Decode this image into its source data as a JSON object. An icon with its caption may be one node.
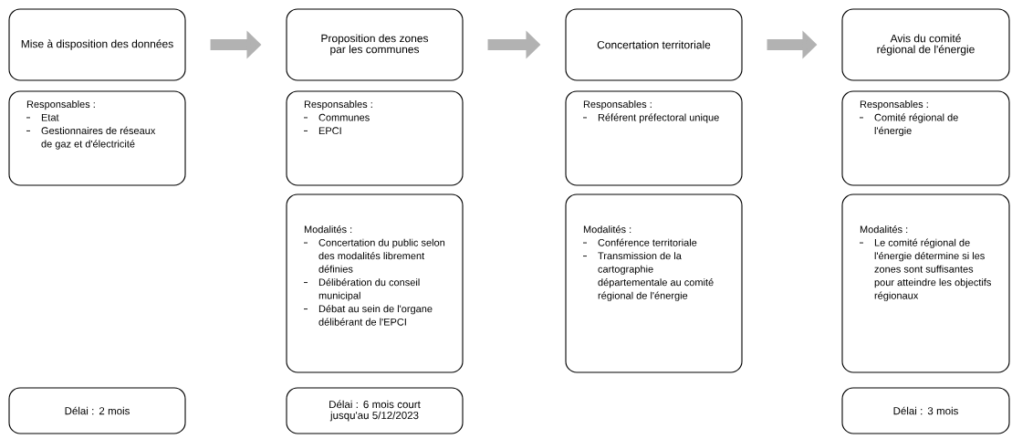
{
  "diagram": {
    "nodes": [
      {
        "text": [
          "Mise à disposition des données"
        ]
      },
      {
        "text": [
          "Responsables :",
          "Etat",
          "Gestionnaires de réseaux de gaz et d'électricité"
        ]
      },
      {
        "text": [
          "Délai : 2 mois"
        ]
      },
      {
        "text": [
          "Proposition des zones par les communes"
        ]
      },
      {
        "text": [
          "Responsables :",
          "Communes",
          "EPCI"
        ]
      },
      {
        "text": [
          "Modalités :",
          "Concertation du public selon des modalités librement définies",
          "Délibération du conseil municipal",
          "Débat au sein de l'organe délibérant de l'EPCI"
        ]
      },
      {
        "text": [
          "Délai : 6 mois court jusqu'au 5/12/2023"
        ]
      },
      {
        "text": [
          "Concertation territoriale"
        ]
      },
      {
        "text": [
          "Responsables :",
          "Référent préfectoral unique"
        ]
      },
      {
        "text": [
          "Modalités :",
          "Conférence territoriale",
          "Transmission de la cartographie départementale au comité régional de l'énergie"
        ]
      },
      {
        "text": [
          "Avis du comité régional de l'énergie"
        ]
      },
      {
        "text": [
          "Responsables :",
          "Comité régional de l'énergie"
        ]
      },
      {
        "text": [
          "Modalités :",
          "Le comité régional de l'énergie détermine si les zones sont suffisantes pour atteindre les objectifs régionaux"
        ]
      },
      {
        "text": [
          "Délai : 3 mois"
        ]
      }
    ],
    "edges": [
      {
        "from": 0,
        "to": 3,
        "arrow": "to"
      },
      {
        "from": 3,
        "to": 7,
        "arrow": "to"
      },
      {
        "from": 7,
        "to": 10,
        "arrow": "to"
      }
    ]
  }
}
